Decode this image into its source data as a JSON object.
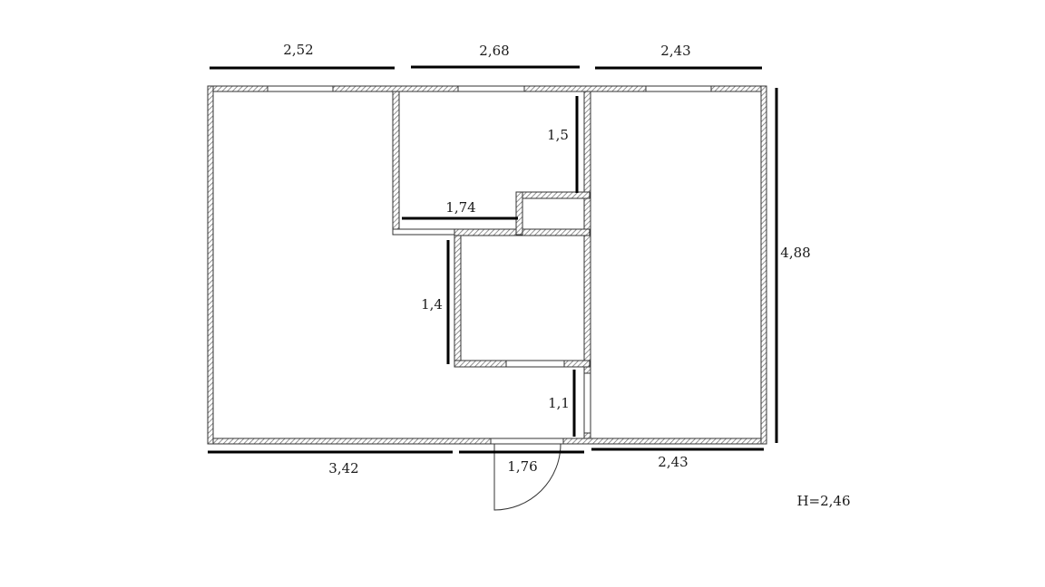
{
  "dimensions": {
    "top_left": "2,52",
    "top_middle": "2,68",
    "top_right": "2,43",
    "bottom_left": "3,42",
    "bottom_door": "1,76",
    "bottom_right": "2,43",
    "right_height": "4,88",
    "corridor_width": "1,74",
    "upper_room_depth": "1,5",
    "inner_room_depth": "1,4",
    "passage_depth": "1,1"
  },
  "ceiling_height": "H=2,46",
  "colors": {
    "wall_hatch": "#777777",
    "wall_outline": "#333333",
    "dimension_line": "#000000"
  }
}
